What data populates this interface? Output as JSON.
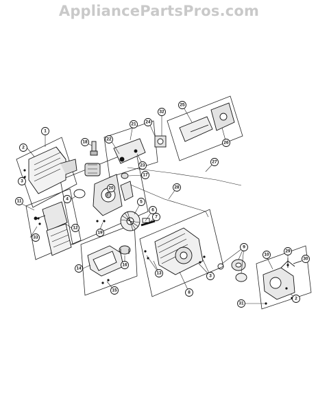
{
  "watermark": "AppliancePartsPros.com",
  "callouts": [
    "1",
    "2",
    "3",
    "4",
    "5",
    "6",
    "7",
    "8",
    "9",
    "10",
    "11",
    "12",
    "13",
    "14",
    "15",
    "16",
    "17",
    "18",
    "19",
    "20",
    "21",
    "22",
    "23",
    "24",
    "25",
    "26",
    "27",
    "28",
    "29",
    "30",
    "31",
    "32",
    "33"
  ],
  "colors": {
    "ink": "#111111",
    "watermark": "#c9c9c9",
    "background": "#ffffff"
  }
}
